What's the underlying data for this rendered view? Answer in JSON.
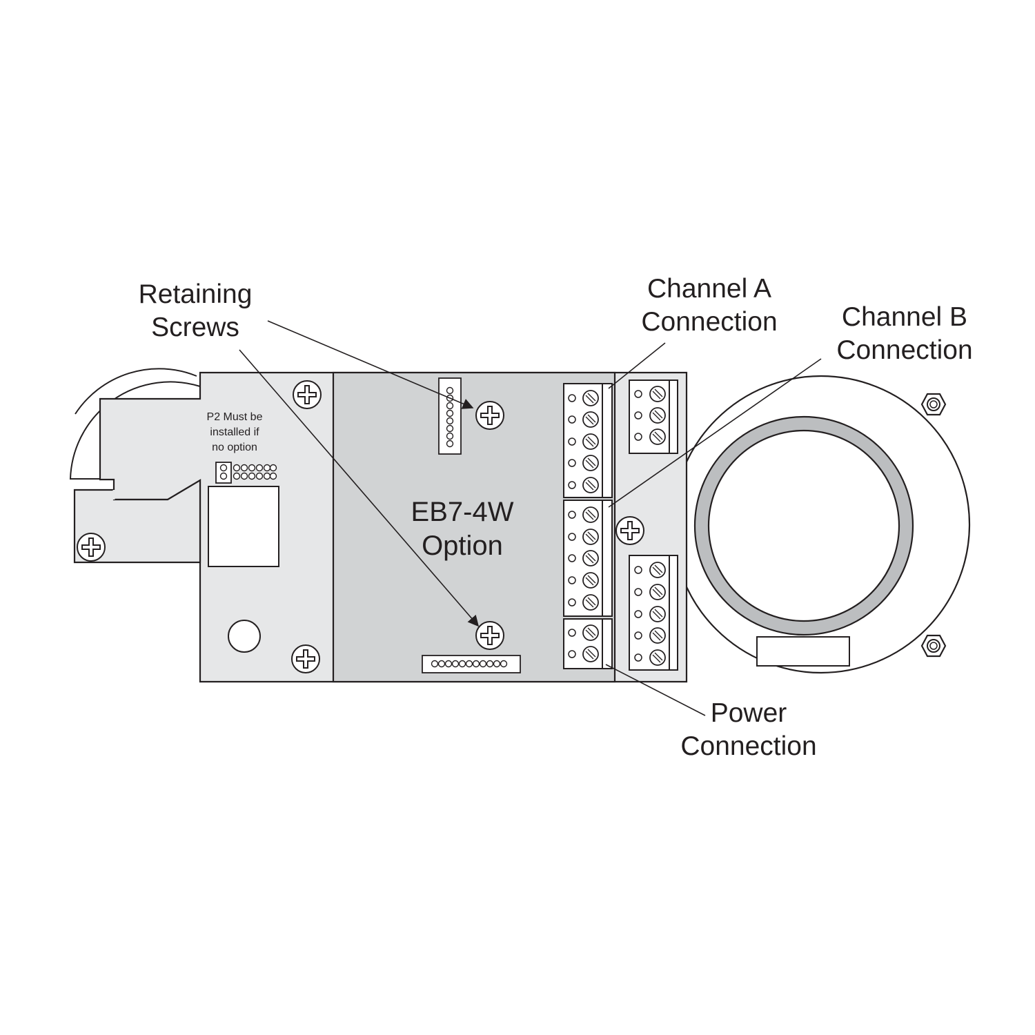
{
  "labels": {
    "retaining_screws": [
      "Retaining",
      "Screws"
    ],
    "channel_a": [
      "Channel A",
      "Connection"
    ],
    "channel_b": [
      "Channel B",
      "Connection"
    ],
    "power": [
      "Power",
      "Connection"
    ],
    "option": [
      "EB7-4W",
      "Option"
    ],
    "p2_note": [
      "P2 Must be",
      "installed if",
      "no option"
    ]
  },
  "colors": {
    "line": "#231f20",
    "board": "#e6e7e8",
    "option_board": "#d1d3d4",
    "ring": "#bcbec0",
    "white": "#ffffff"
  },
  "icons": {
    "screw": "phillips-screw-icon",
    "nut": "hex-nut-icon"
  }
}
